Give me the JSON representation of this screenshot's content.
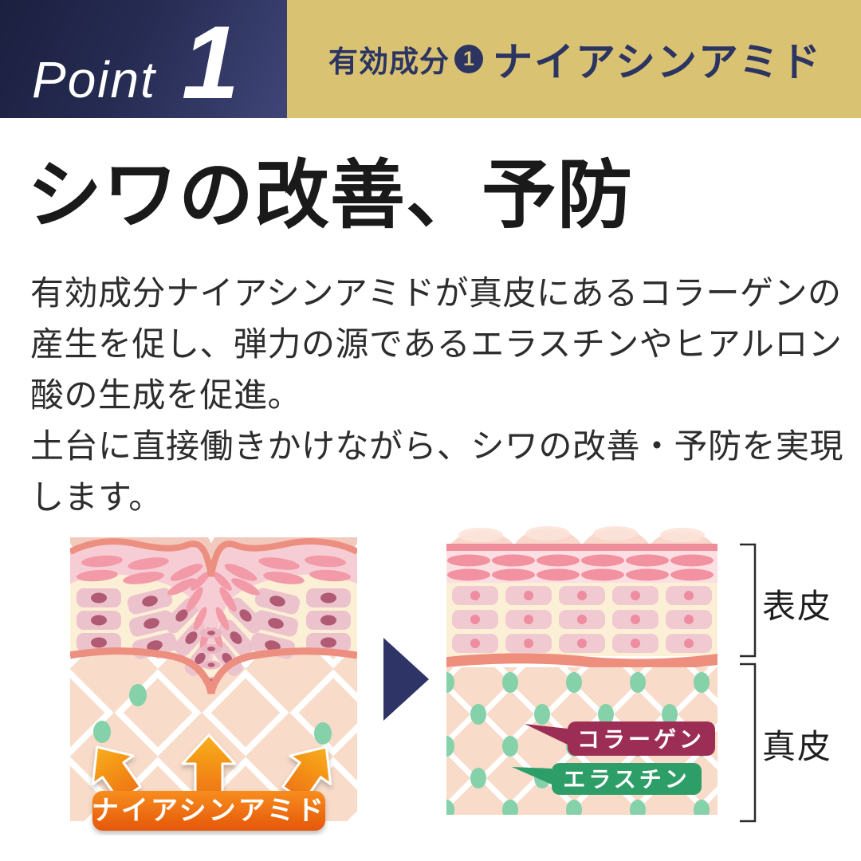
{
  "header": {
    "point_label": "Point",
    "point_number": "1",
    "ingredient_prefix": "有効成分",
    "ingredient_index": "1",
    "ingredient_name": "ナイアシンアミド"
  },
  "headline": "シワの改善、予防",
  "body": {
    "lines": [
      "有効成分ナイアシンアミドが真皮にあるコラーゲンの",
      "産生を促し、弾力の源であるエラスチンやヒアルロン",
      "酸の生成を促進。",
      "土台に直接働きかけながら、シワの改善・予防を実現",
      "します。"
    ]
  },
  "diagram": {
    "niacinamide_badge": "ナイアシンアミド",
    "collagen_badge": "コラーゲン",
    "elastin_badge": "エラスチン",
    "epidermis_label": "表皮",
    "dermis_label": "真皮"
  },
  "icons": {
    "transition_arrow": "right-triangle",
    "boost_arrow": "up-arrow"
  },
  "colors": {
    "navy_banner": "#262b52",
    "gold_banner": "#d9c373",
    "banner_text": "#2c3462",
    "collagen": "#9c2e56",
    "elastin": "#2e9e68",
    "niacinamide_top": "#f78d1f",
    "niacinamide_bottom": "#e55708",
    "transition_arrow": "#2e3566",
    "green_dot": "#85d1a9",
    "dermis_bg": "#f8dbc8",
    "cream_layer": "#fbf0d5"
  }
}
